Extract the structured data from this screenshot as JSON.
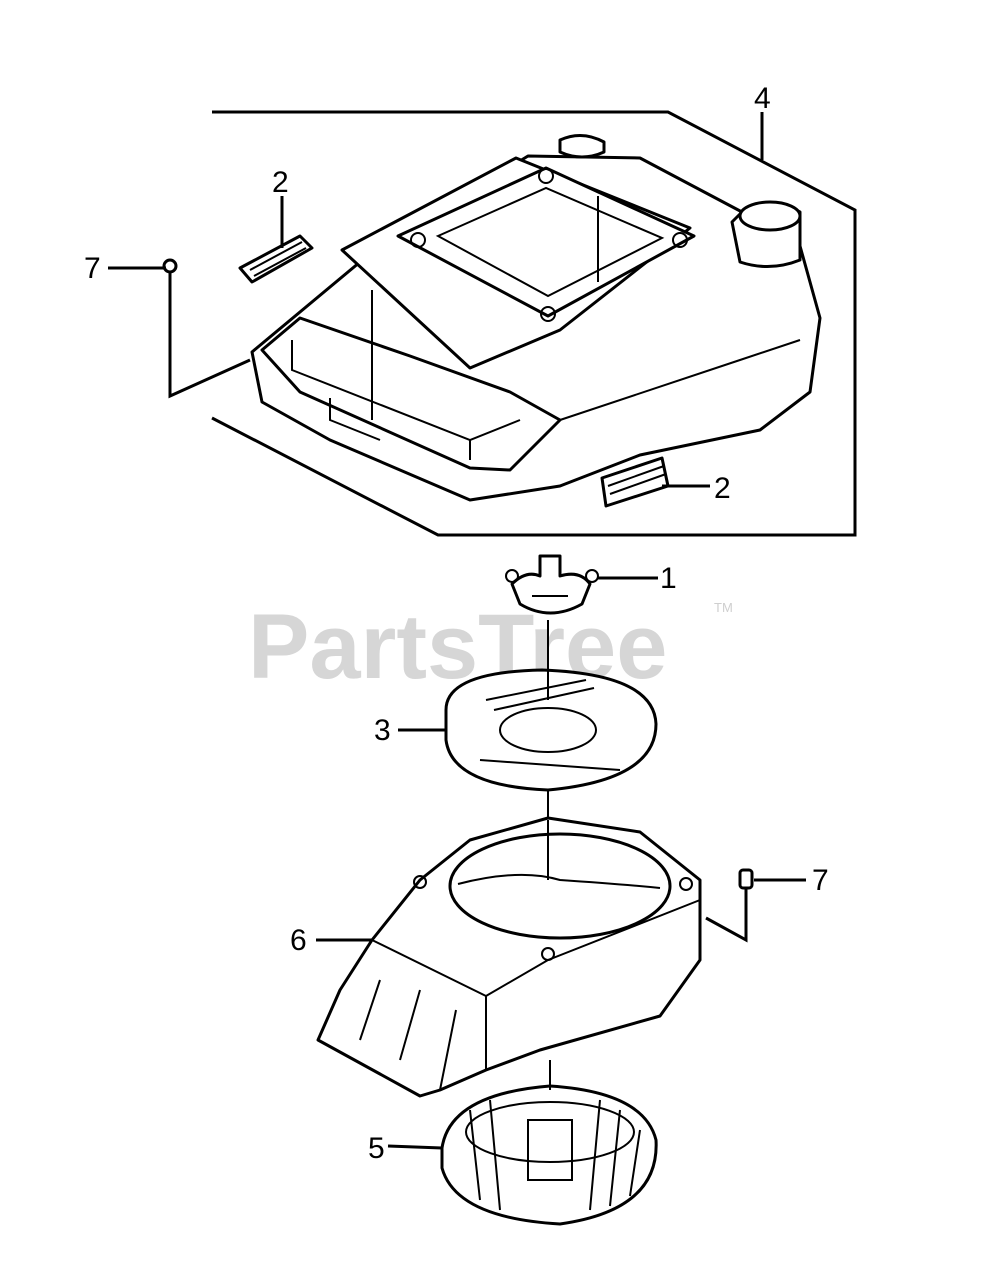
{
  "watermark": {
    "text": "PartsTree",
    "trademark": "TM"
  },
  "callouts": [
    {
      "id": "callout-4",
      "label": "4"
    },
    {
      "id": "callout-2-upper",
      "label": "2"
    },
    {
      "id": "callout-7-upper",
      "label": "7"
    },
    {
      "id": "callout-2-lower",
      "label": "2"
    },
    {
      "id": "callout-1",
      "label": "1"
    },
    {
      "id": "callout-3",
      "label": "3"
    },
    {
      "id": "callout-7-lower",
      "label": "7"
    },
    {
      "id": "callout-6",
      "label": "6"
    },
    {
      "id": "callout-5",
      "label": "5"
    }
  ]
}
